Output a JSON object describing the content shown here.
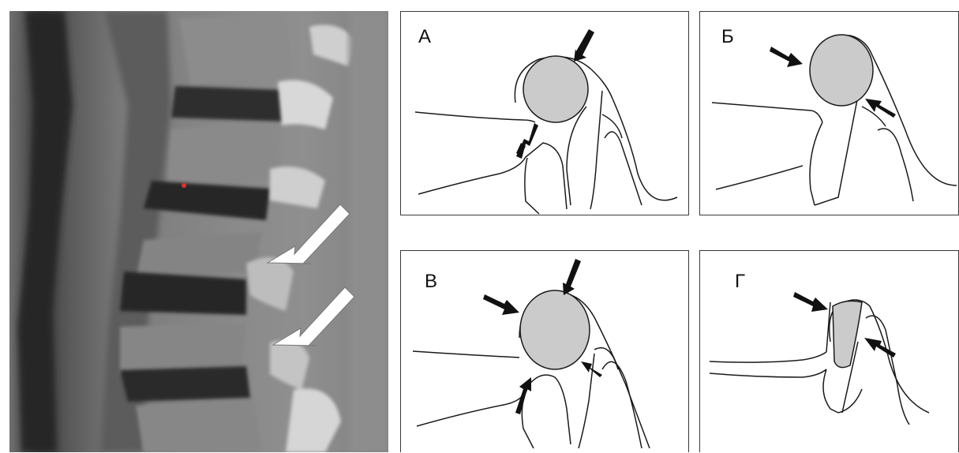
{
  "panels": {
    "a": {
      "label": "А"
    },
    "b": {
      "label": "Б"
    },
    "v": {
      "label": "В"
    },
    "g": {
      "label": "Г"
    }
  },
  "colors": {
    "cyst_fill": "#cbcbcb",
    "line": "#1a1a1a",
    "arrow_black": "#111111",
    "arrow_white": "#ffffff"
  },
  "mri": {
    "marker_color": "#e0302a"
  }
}
